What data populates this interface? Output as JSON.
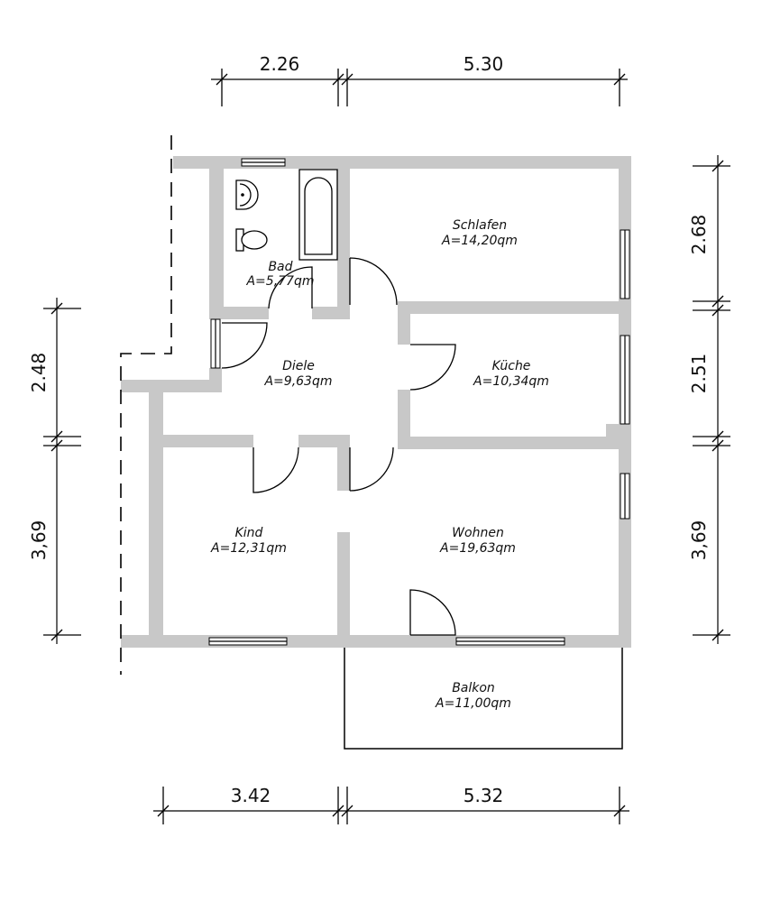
{
  "dimensions": {
    "top": [
      "2.26",
      "5.30"
    ],
    "bottom": [
      "3.42",
      "5.32"
    ],
    "left": [
      "2.48",
      "3,69"
    ],
    "right": [
      "2.68",
      "2.51",
      "3,69"
    ]
  },
  "rooms": {
    "bad": {
      "name": "Bad",
      "area": "A=5,77qm"
    },
    "schlafen": {
      "name": "Schlafen",
      "area": "A=14,20qm"
    },
    "diele": {
      "name": "Diele",
      "area": "A=9,63qm"
    },
    "kueche": {
      "name": "Küche",
      "area": "A=10,34qm"
    },
    "kind": {
      "name": "Kind",
      "area": "A=12,31qm"
    },
    "wohnen": {
      "name": "Wohnen",
      "area": "A=19,63qm"
    },
    "balkon": {
      "name": "Balkon",
      "area": "A=11,00qm"
    }
  }
}
